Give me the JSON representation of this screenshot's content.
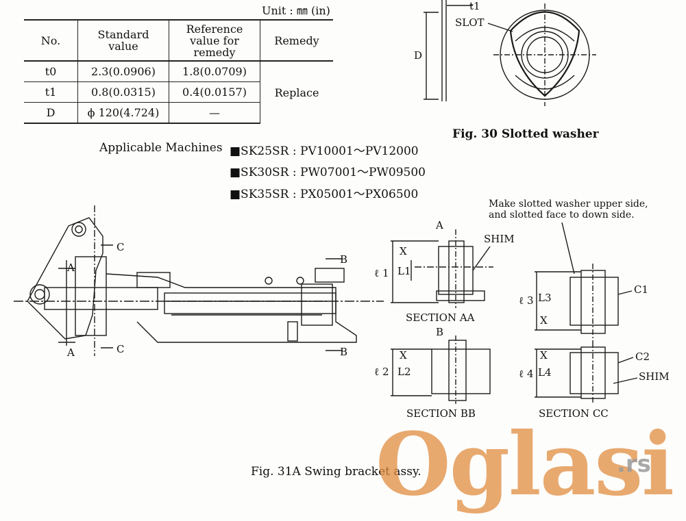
{
  "unit_label": "Unit : ㎜ (in)",
  "table": {
    "headers": [
      "No.",
      "Standard value",
      "Reference value for remedy",
      "Remedy"
    ],
    "header_lines": {
      "standard": [
        "Standard",
        "value"
      ],
      "reference": [
        "Reference",
        "value for",
        "remedy"
      ]
    },
    "rows": [
      {
        "no": "t0",
        "standard": "2.3(0.0906)",
        "reference": "1.8(0.0709)"
      },
      {
        "no": "t1",
        "standard": "0.8(0.0315)",
        "reference": "0.4(0.0157)"
      },
      {
        "no": "D",
        "standard": "ϕ 120(4.724)",
        "reference": "—"
      }
    ],
    "remedy": "Replace"
  },
  "applicable": {
    "label": "Applicable Machines",
    "machines": [
      "■SK25SR : PV10001～PV12000",
      "■SK30SR : PW07001～PW09500",
      "■SK35SR : PX05001～PX06500"
    ]
  },
  "fig30": {
    "caption": "Fig. 30  Slotted washer",
    "labels": {
      "slot": "SLOT",
      "d": "D",
      "t1": "t1"
    }
  },
  "fig31": {
    "caption": "Fig. 31A  Swing bracket assy.",
    "note": [
      "Make slotted washer upper side,",
      "and slotted face to down side."
    ],
    "labels": {
      "a": "A",
      "b": "B",
      "c": "C",
      "shim": "SHIM",
      "x": "X",
      "l1": "L1",
      "l2": "L2",
      "l3": "L3",
      "l4": "L4",
      "ell1": "ℓ 1",
      "ell2": "ℓ 2",
      "ell3": "ℓ 3",
      "ell4": "ℓ 4",
      "c1": "C1",
      "c2": "C2",
      "sec_aa": "SECTION AA",
      "sec_bb": "SECTION BB",
      "sec_cc": "SECTION CC"
    }
  },
  "watermark": {
    "main": "Oglasi",
    "suffix": ".rs"
  }
}
